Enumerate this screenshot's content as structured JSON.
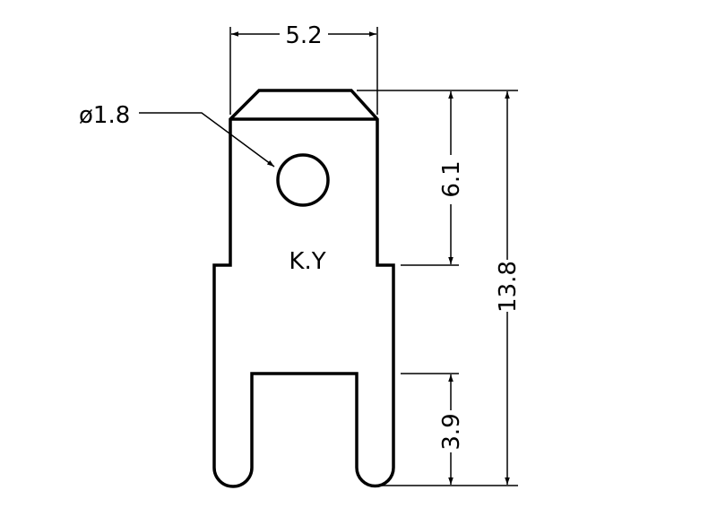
{
  "drawing": {
    "part_marking": "K.Y",
    "colors": {
      "line": "#000000",
      "background": "#ffffff"
    },
    "dimensions": {
      "width": "5.2",
      "hole_diameter": "ø1.8",
      "upper_height": "6.1",
      "slot_depth": "3.9",
      "total_height": "13.8"
    }
  }
}
